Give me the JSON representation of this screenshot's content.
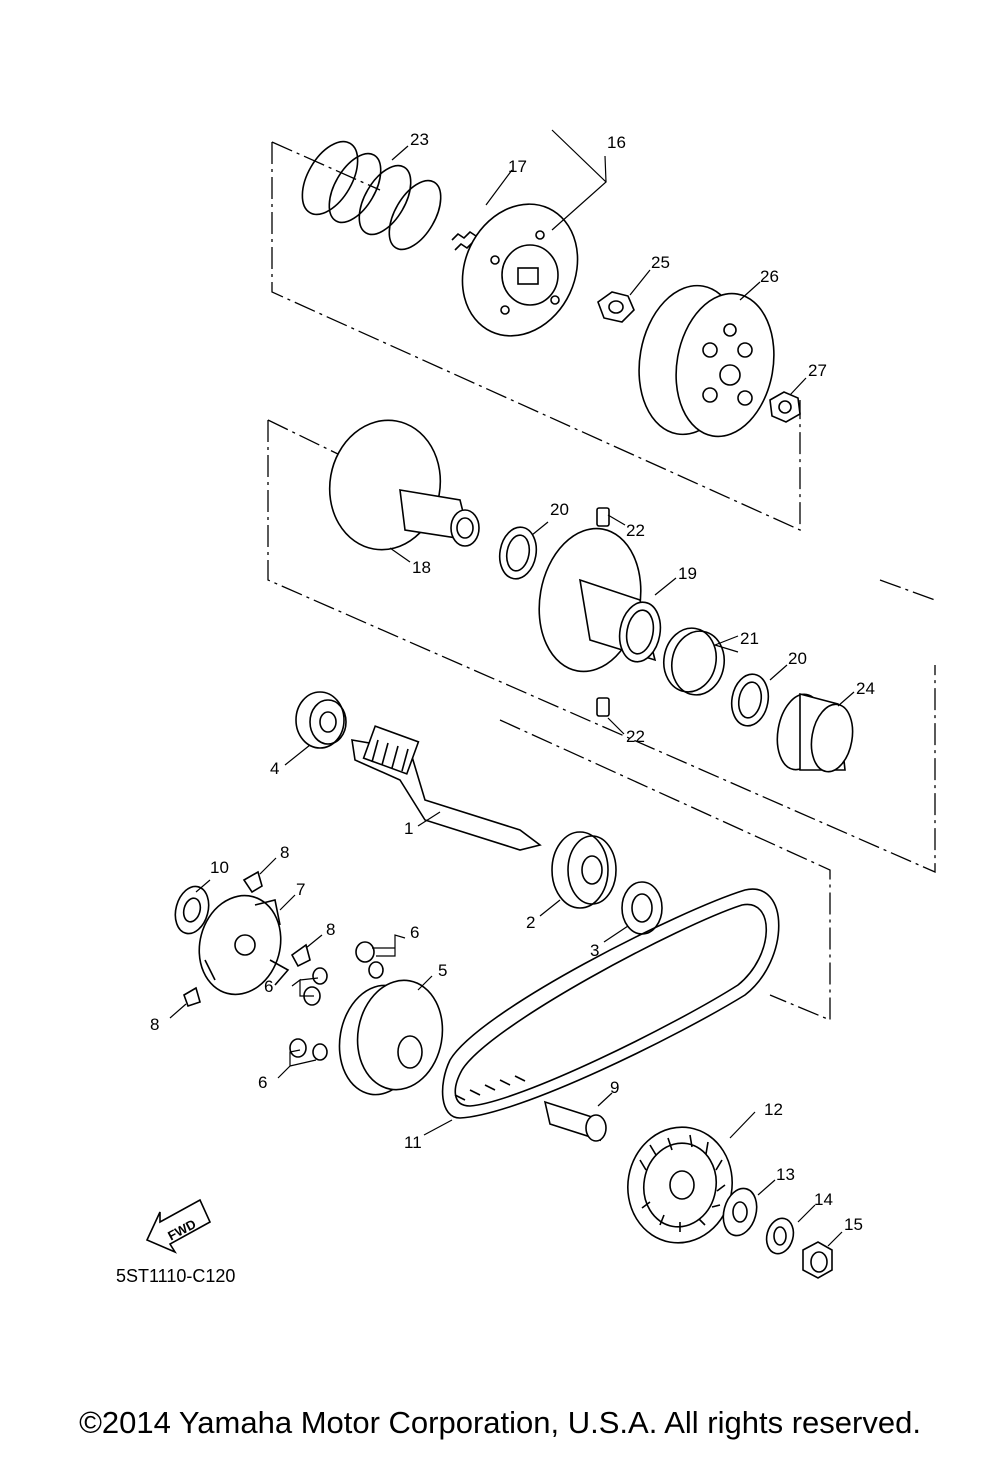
{
  "diagram": {
    "callouts": [
      {
        "id": "callout-23",
        "text": "23"
      },
      {
        "id": "callout-16",
        "text": "16"
      },
      {
        "id": "callout-17",
        "text": "17"
      },
      {
        "id": "callout-25",
        "text": "25"
      },
      {
        "id": "callout-26",
        "text": "26"
      },
      {
        "id": "callout-27",
        "text": "27"
      },
      {
        "id": "callout-20a",
        "text": "20"
      },
      {
        "id": "callout-22a",
        "text": "22"
      },
      {
        "id": "callout-18",
        "text": "18"
      },
      {
        "id": "callout-19",
        "text": "19"
      },
      {
        "id": "callout-21",
        "text": "21"
      },
      {
        "id": "callout-20b",
        "text": "20"
      },
      {
        "id": "callout-24",
        "text": "24"
      },
      {
        "id": "callout-22b",
        "text": "22"
      },
      {
        "id": "callout-4",
        "text": "4"
      },
      {
        "id": "callout-1",
        "text": "1"
      },
      {
        "id": "callout-10",
        "text": "10"
      },
      {
        "id": "callout-8a",
        "text": "8"
      },
      {
        "id": "callout-7",
        "text": "7"
      },
      {
        "id": "callout-8b",
        "text": "8"
      },
      {
        "id": "callout-6a",
        "text": "6"
      },
      {
        "id": "callout-6b",
        "text": "6"
      },
      {
        "id": "callout-8c",
        "text": "8"
      },
      {
        "id": "callout-5",
        "text": "5"
      },
      {
        "id": "callout-2",
        "text": "2"
      },
      {
        "id": "callout-3",
        "text": "3"
      },
      {
        "id": "callout-6c",
        "text": "6"
      },
      {
        "id": "callout-9",
        "text": "9"
      },
      {
        "id": "callout-11",
        "text": "11"
      },
      {
        "id": "callout-12",
        "text": "12"
      },
      {
        "id": "callout-13",
        "text": "13"
      },
      {
        "id": "callout-14",
        "text": "14"
      },
      {
        "id": "callout-15",
        "text": "15"
      }
    ],
    "fwd_label": "FWD",
    "part_code": "5ST1110-C120"
  },
  "footer": {
    "copyright": "©2014 Yamaha Motor Corporation, U.S.A. All rights reserved."
  }
}
